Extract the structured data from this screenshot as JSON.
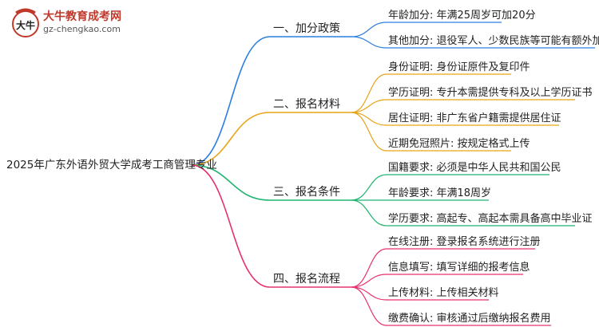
{
  "logo": {
    "title": "大牛教育成考网",
    "url": "gz-chengkao.com",
    "mark": "大牛"
  },
  "root": "2025年广东外语外贸大学成考工商管理专业",
  "branches": [
    {
      "label": "一、加分政策",
      "color": "#2d7fe0",
      "leaves": [
        "年龄加分: 年满25周岁可加20分",
        "其他加分: 退役军人、少数民族等可能有额外加分"
      ]
    },
    {
      "label": "二、报名材料",
      "color": "#e8a317",
      "leaves": [
        "身份证明: 身份证原件及复印件",
        "学历证明: 专升本需提供专科及以上学历证书",
        "居住证明: 非广东省户籍需提供居住证",
        "近期免冠照片: 按规定格式上传"
      ]
    },
    {
      "label": "三、报名条件",
      "color": "#22b573",
      "leaves": [
        "国籍要求: 必须是中华人民共和国公民",
        "年龄要求: 年满18周岁",
        "学历要求: 高起专、高起本需具备高中毕业证"
      ]
    },
    {
      "label": "四、报名流程",
      "color": "#e8306e",
      "leaves": [
        "在线注册: 登录报名系统进行注册",
        "信息填写: 填写详细的报考信息",
        "上传材料: 上传相关材料",
        "缴费确认: 审核通过后缴纳报名费用"
      ]
    }
  ]
}
